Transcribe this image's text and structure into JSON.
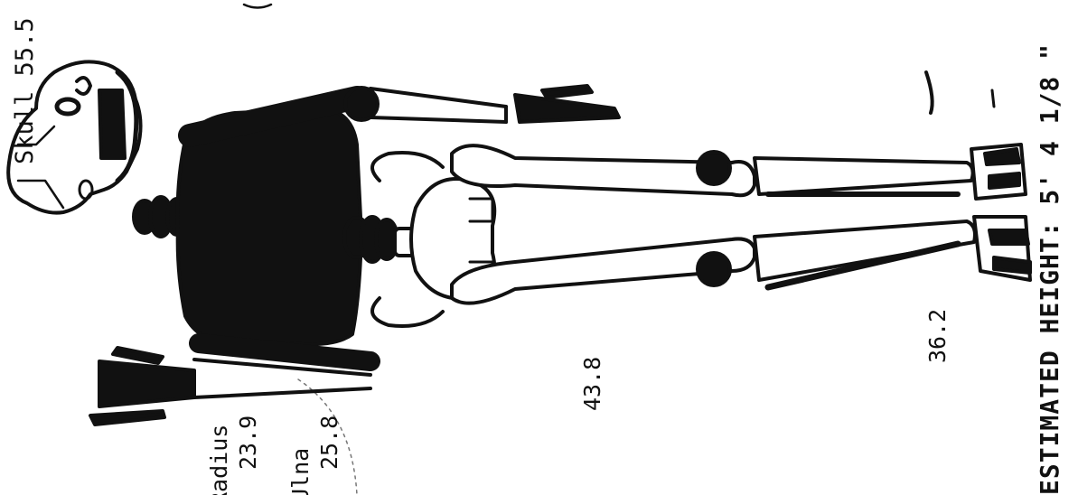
{
  "measurements": {
    "skull": "Skull 55.5",
    "radius_label": "Radius",
    "radius_value": "23.9",
    "ulna_label": "Ulna",
    "ulna_value": "25.8",
    "femur_value": "43.8",
    "tibia_value": "36.2"
  },
  "estimate": {
    "text": "ESTIMATED HEIGHT: 5' 4 1/8 \""
  },
  "colors": {
    "ink": "#111111",
    "paper": "#ffffff"
  }
}
